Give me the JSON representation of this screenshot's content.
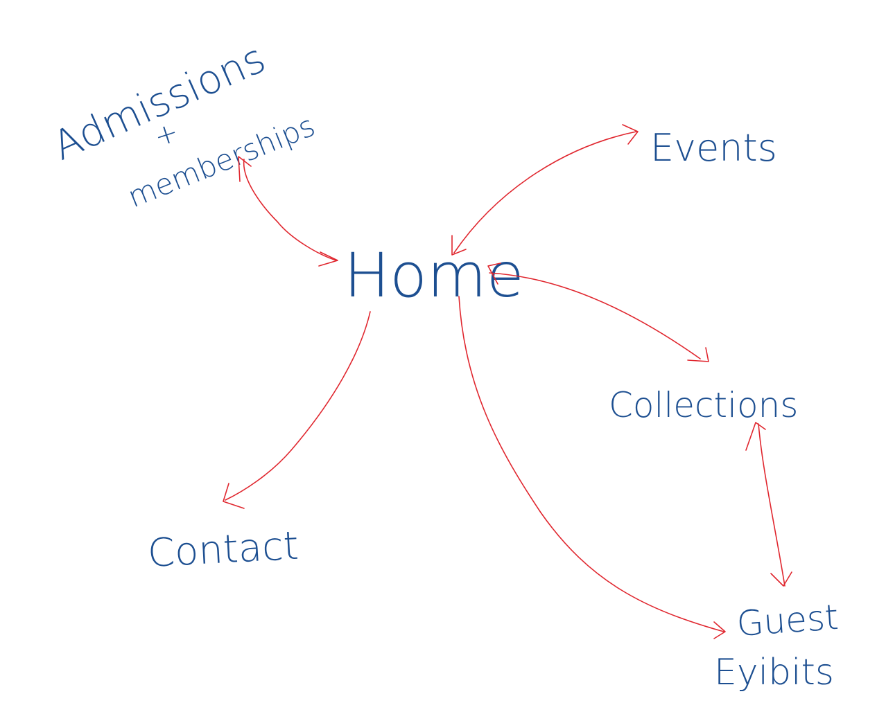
{
  "colors": {
    "ink_blue": "#1d4f91",
    "ink_red": "#e0262e",
    "background": "#ffffff"
  },
  "nodes": {
    "home": "Home",
    "admissions_line1": "Admissions",
    "admissions_line2": "+",
    "admissions_line3": "memberships",
    "events": "Events",
    "collections": "Collections",
    "contact": "Contact",
    "guest_line1": "Guest",
    "guest_line2": "Eyibits"
  }
}
